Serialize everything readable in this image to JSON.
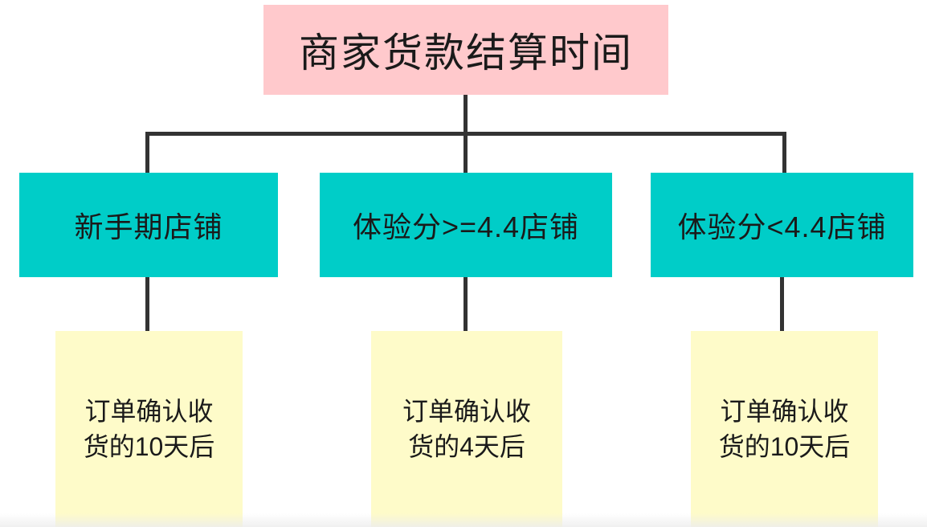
{
  "colors": {
    "root_bg": "#ffc9cc",
    "branch_bg": "#00cdc8",
    "leaf_bg": "#fefbc9",
    "connector": "#333333",
    "text": "#1a1a1a"
  },
  "tree": {
    "root": {
      "label": "商家货款结算时间"
    },
    "branches": [
      {
        "label": "新手期店铺",
        "settlement": "订单确认收货的10天后",
        "settlement_lines": [
          "订单确认收",
          "货的10天后"
        ]
      },
      {
        "label": "体验分>=4.4店铺",
        "settlement": "订单确认收货的4天后",
        "settlement_lines": [
          "订单确认收",
          "货的4天后"
        ]
      },
      {
        "label": "体验分<4.4店铺",
        "settlement": "订单确认收货的10天后",
        "settlement_lines": [
          "订单确认收",
          "货的10天后"
        ]
      }
    ]
  }
}
